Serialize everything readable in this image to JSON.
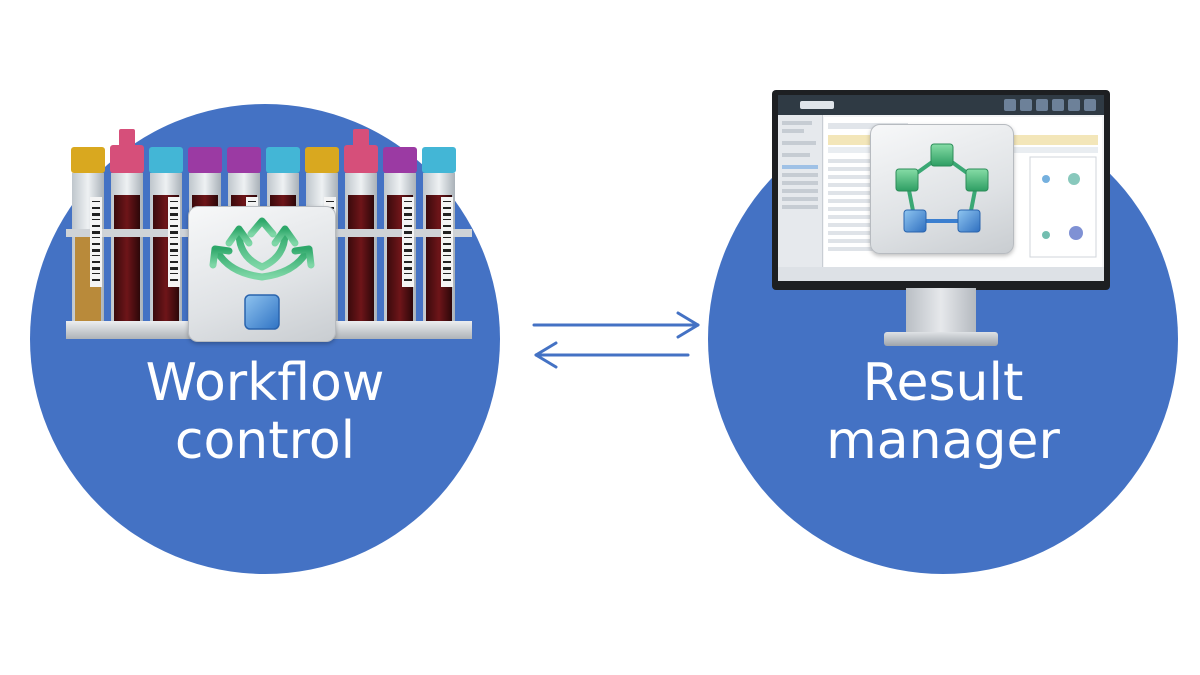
{
  "left": {
    "label_line1": "Workflow",
    "label_line2": "control",
    "icon": "workflow-branch-icon",
    "image": "blood-sample-tube-rack"
  },
  "right": {
    "label_line1": "Result",
    "label_line2": "manager",
    "icon": "result-network-icon",
    "image": "computer-monitor"
  },
  "arrows": {
    "icon": "bidirectional-arrows-icon"
  },
  "colors": {
    "circle": "#4472c4",
    "arrow": "#4472c4",
    "label": "#ffffff",
    "icon_green": "#3cb371",
    "icon_blue": "#4a90d9"
  }
}
